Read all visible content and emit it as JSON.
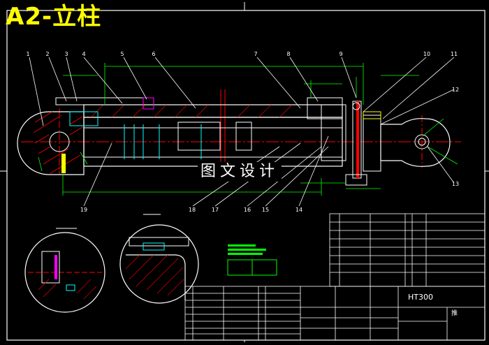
{
  "drawing": {
    "title": "A2-立柱",
    "watermark": "图文设计",
    "material": "HT300",
    "material_label": "推",
    "callouts_top": [
      "1",
      "2",
      "3",
      "4",
      "5",
      "6",
      "7",
      "8",
      "9",
      "10",
      "11",
      "12"
    ],
    "callouts_bottom": [
      "19",
      "18",
      "17",
      "16",
      "15",
      "14",
      "13"
    ],
    "colors": {
      "background": "#000000",
      "outline": "#ffffff",
      "title": "#ffff00",
      "dimension": "#00ff00",
      "centerline": "#ff0000",
      "hatch": "#00ffff",
      "accent": "#ff00ff"
    }
  }
}
